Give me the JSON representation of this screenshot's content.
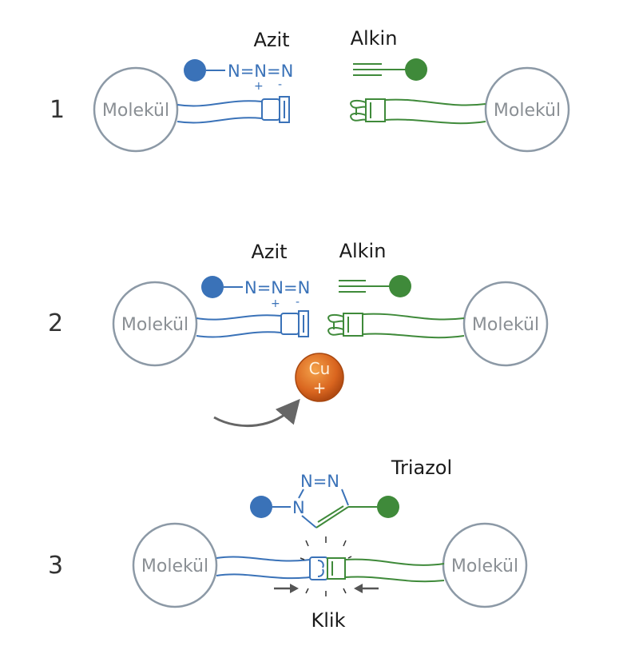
{
  "colors": {
    "azide": "#3a72b8",
    "alkyne": "#3f8a3a",
    "molecule_outline": "#8c99a6",
    "molecule_text": "#8a8f94",
    "copper_fill": "#d9651f",
    "arrow": "#666666"
  },
  "steps": [
    {
      "number": "1",
      "azide_label": "Azit",
      "alkyne_label": "Alkin",
      "azide_formula": "N=N=N",
      "azide_charges": [
        "+",
        "-"
      ],
      "molecule_left": "Molekül",
      "molecule_right": "Molekül"
    },
    {
      "number": "2",
      "azide_label": "Azit",
      "alkyne_label": "Alkin",
      "azide_formula": "N=N=N",
      "azide_charges": [
        "+",
        "-"
      ],
      "molecule_left": "Molekül",
      "molecule_right": "Molekül",
      "catalyst_symbol": "Cu",
      "catalyst_charge": "+"
    },
    {
      "number": "3",
      "product_label": "Triazol",
      "triazole_top": "N=N",
      "triazole_n": "N",
      "molecule_left": "Molekül",
      "molecule_right": "Molekül",
      "click_label": "Klik"
    }
  ]
}
